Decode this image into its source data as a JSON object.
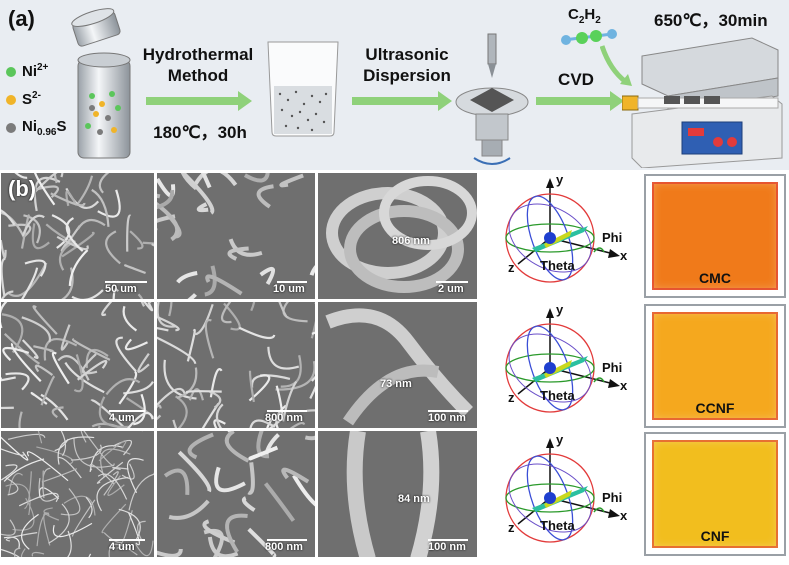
{
  "panel_a": {
    "label": "(a)",
    "ions": [
      {
        "text": "Ni",
        "sup": "2+",
        "sub": "",
        "tail": "",
        "color": "#5bc65b"
      },
      {
        "text": "S",
        "sup": "2-",
        "sub": "",
        "tail": "",
        "color": "#f0b429"
      },
      {
        "text": "Ni",
        "sup": "",
        "sub": "0.96",
        "tail": "S",
        "color": "#7b7b7b"
      }
    ],
    "step1": {
      "line1": "Hydrothermal",
      "line2": "Method",
      "cond": "180℃，30h"
    },
    "step2": {
      "line1": "Ultrasonic",
      "line2": "Dispersion"
    },
    "step3": {
      "label": "CVD"
    },
    "gas": {
      "text": "C",
      "sub1": "2",
      "mid": "H",
      "sub2": "2"
    },
    "furnace_cond": "650℃，30min",
    "colors": {
      "background": "#e9edf2",
      "arrow": "#8fd17a"
    }
  },
  "panel_b": {
    "label": "(b)",
    "sem_rows": [
      {
        "scales": [
          "50 um",
          "10 um",
          "2 um"
        ],
        "measure": "806 nm"
      },
      {
        "scales": [
          "4 um",
          "800 nm",
          "100 nm"
        ],
        "measure": "73 nm"
      },
      {
        "scales": [
          "4 um",
          "800 nm",
          "100 nm"
        ],
        "measure": "84 nm"
      }
    ],
    "sphere": {
      "y": "y",
      "x": "x",
      "z": "z",
      "phi": "Phi",
      "theta": "Theta"
    },
    "heatmaps": [
      {
        "label": "CMC",
        "fill": "#f07a1a"
      },
      {
        "label": "CCNF",
        "fill": "#f5a81e"
      },
      {
        "label": "CNF",
        "fill": "#f2be1e"
      }
    ]
  }
}
